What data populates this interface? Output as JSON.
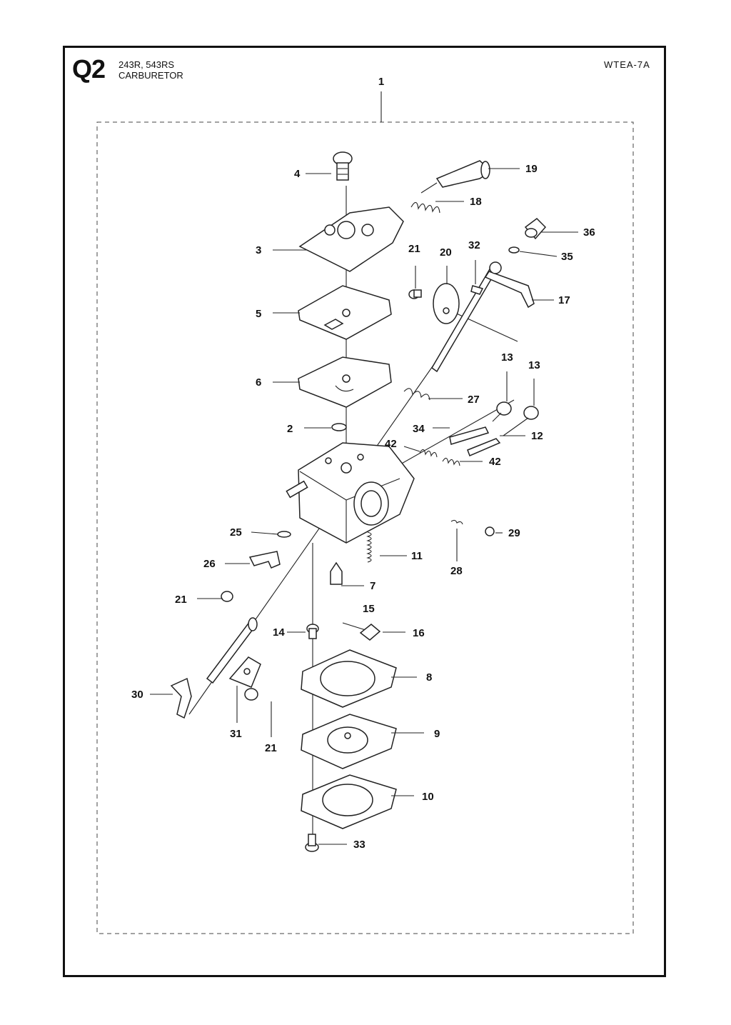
{
  "header": {
    "code": "Q2",
    "models": "243R, 543RS",
    "title": "CARBURETOR",
    "reference": "WTEA-7A"
  },
  "callouts": {
    "c1": "1",
    "c2": "2",
    "c3": "3",
    "c4": "4",
    "c5": "5",
    "c6": "6",
    "c7": "7",
    "c8": "8",
    "c9": "9",
    "c10": "10",
    "c11": "11",
    "c12": "12",
    "c13a": "13",
    "c13b": "13",
    "c14": "14",
    "c15": "15",
    "c16": "16",
    "c17": "17",
    "c18": "18",
    "c19": "19",
    "c20": "20",
    "c21a": "21",
    "c21b": "21",
    "c21c": "21",
    "c25": "25",
    "c26": "26",
    "c27": "27",
    "c28": "28",
    "c29": "29",
    "c30": "30",
    "c31": "31",
    "c32": "32",
    "c33": "33",
    "c34": "34",
    "c35": "35",
    "c36": "36",
    "c42a": "42",
    "c42b": "42"
  },
  "colors": {
    "ink": "#111111",
    "paper": "#ffffff"
  }
}
